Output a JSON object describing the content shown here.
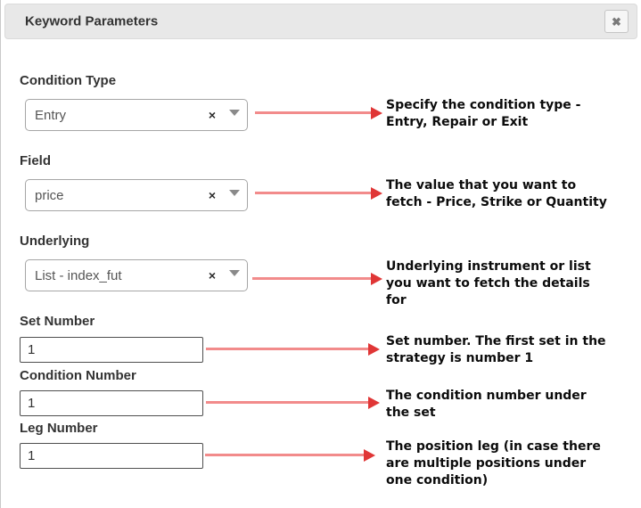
{
  "dialog": {
    "title": "Keyword Parameters"
  },
  "icons": {
    "close": "✖",
    "clear": "×",
    "dropdown_caret": "caret-down-triangle"
  },
  "colors": {
    "header_bg": "#e8e8e8",
    "arrow_line": "#f28b8b",
    "arrow_head": "#e03636",
    "label_text": "#333333",
    "annotation_text": "#0c0c0c"
  },
  "fields": [
    {
      "label": "Condition Type",
      "type": "dropdown",
      "value": "Entry",
      "annotation": "Specify the condition type - Entry, Repair or Exit"
    },
    {
      "label": "Field",
      "type": "dropdown",
      "value": "price",
      "annotation": "The value that you want to fetch - Price, Strike or Quantity"
    },
    {
      "label": "Underlying",
      "type": "dropdown",
      "value": "List - index_fut",
      "annotation": "Underlying instrument or list you want to fetch the details for"
    },
    {
      "label": "Set Number",
      "type": "text",
      "value": "1",
      "annotation": "Set number. The first set in the strategy is number 1"
    },
    {
      "label": "Condition Number",
      "type": "text",
      "value": "1",
      "annotation": "The condition number under the set"
    },
    {
      "label": "Leg Number",
      "type": "text",
      "value": "1",
      "annotation": "The position leg (in case there are multiple positions under one condition)"
    }
  ]
}
